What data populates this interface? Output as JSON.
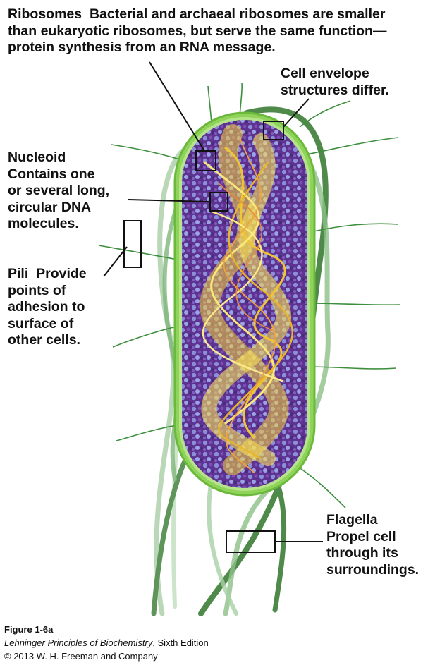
{
  "labels": {
    "ribosomes": {
      "term": "Ribosomes",
      "lines": [
        "Bacterial and archaeal ribosomes are smaller",
        "than eukaryotic ribosomes, but serve the same function—",
        "protein synthesis from an RNA message."
      ]
    },
    "cell_envelope": {
      "lines": [
        "Cell envelope",
        "structures differ."
      ]
    },
    "nucleoid": {
      "term": "Nucleoid",
      "lines": [
        "Contains one",
        "or several long,",
        "circular DNA",
        "molecules."
      ]
    },
    "pili": {
      "term": "Pili",
      "lines": [
        "Provide",
        "points of",
        "adhesion to",
        "surface of",
        "other cells."
      ]
    },
    "flagella": {
      "term": "Flagella",
      "lines": [
        "Propel cell",
        "through its",
        "surroundings."
      ]
    }
  },
  "caption": {
    "figure_number": "Figure 1-6a",
    "book_title": "Lehninger Principles of Biochemistry",
    "edition": ", Sixth Edition",
    "copyright": "© 2013 W. H. Freeman and Company"
  },
  "colors": {
    "envelope": "#7cc53f",
    "cytoplasm": "#6a3a95",
    "ribosome_dots": "#8a8fd8",
    "nucleoid": "#f5d33a",
    "flagella": "#4f8a4a",
    "pili": "#3d8f3d"
  }
}
